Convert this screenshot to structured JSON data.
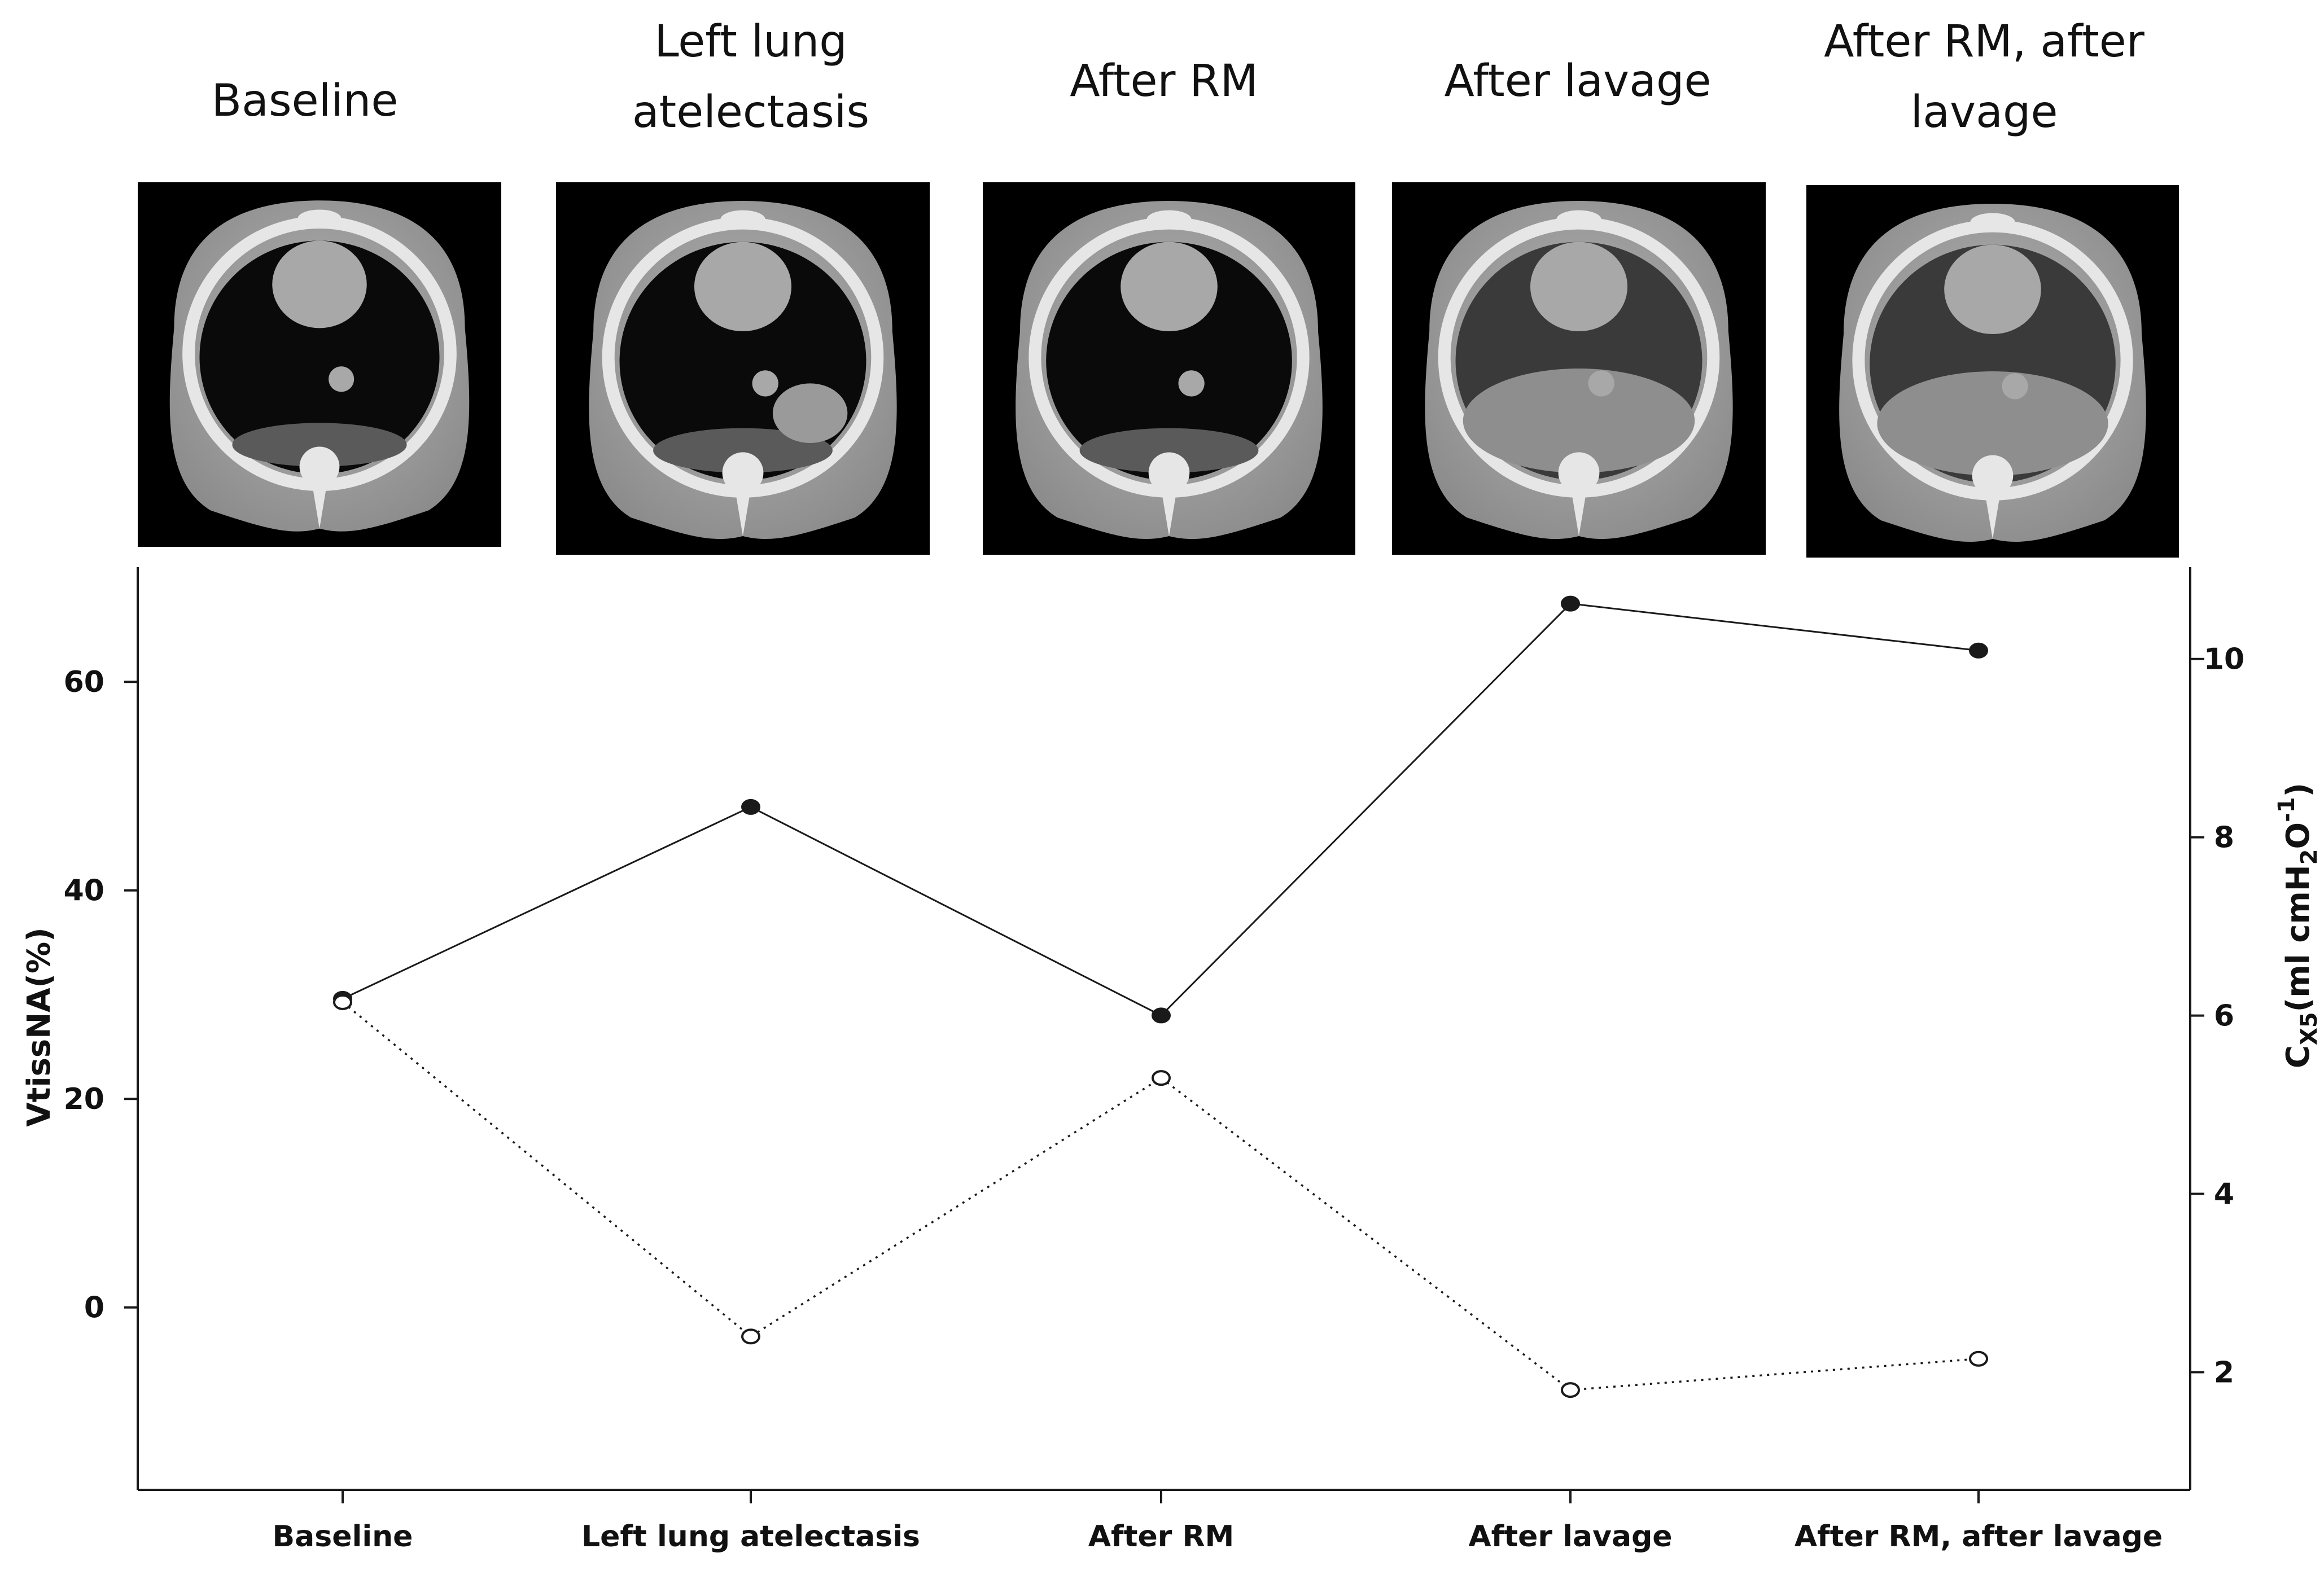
{
  "panels": [
    {
      "title_lines": [
        "Baseline"
      ]
    },
    {
      "title_lines": [
        "Left lung",
        "atelectasis"
      ]
    },
    {
      "title_lines": [
        "After RM"
      ]
    },
    {
      "title_lines": [
        "After lavage"
      ]
    },
    {
      "title_lines": [
        "After RM, after",
        "lavage"
      ]
    }
  ],
  "chart_data": {
    "type": "line",
    "categories": [
      "Baseline",
      "Left lung atelectasis",
      "After RM",
      "After lavage",
      "After RM, after lavage"
    ],
    "y_left": {
      "label": "VtissNA(%)",
      "lim": [
        -17.5,
        71
      ],
      "ticks": [
        "0",
        "20",
        "40",
        "60"
      ]
    },
    "y_right": {
      "label_main": "C",
      "label_sub": "X5",
      "label_rest": "(ml cmH",
      "label_sub2": "2",
      "label_rest2": "O",
      "label_sup": "-1",
      "label_end": ")",
      "lim": [
        0.68,
        11.03
      ],
      "ticks": [
        "2",
        "4",
        "6",
        "8",
        "10"
      ]
    },
    "series": [
      {
        "axis": "left",
        "marker": "filled",
        "line": "solid",
        "values": [
          29.6,
          48.0,
          28.0,
          67.5,
          63.0
        ]
      },
      {
        "axis": "right",
        "marker": "open",
        "line": "dotted",
        "values": [
          6.15,
          2.4,
          5.3,
          1.8,
          2.15
        ]
      }
    ],
    "colors": {
      "line": "#1a1a1a",
      "ct_bg": "#000000",
      "ct_tissue": "#a8a8a8",
      "ct_bone": "#e6e6e6"
    }
  }
}
